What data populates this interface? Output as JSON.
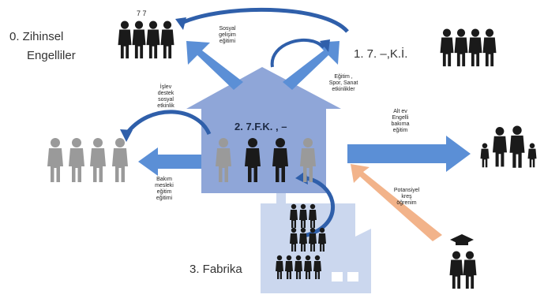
{
  "nodes": {
    "house_label": "2. 7.F.K. , –",
    "top_right_label": "1.  7. –,K.İ.",
    "top_left_label_line1": "0. Zihinsel",
    "top_left_label_line2": "Engelliler",
    "factory_label": "3. Fabrika",
    "top_left_group_mark": "7 7"
  },
  "arrow_texts": {
    "top_center": [
      "Sosyal",
      "gelişim",
      "eğitimi"
    ],
    "right_upper": [
      "Eğitim ,",
      "Spor, Sanat",
      "etkinlikler"
    ],
    "left_upper": [
      "İşlev",
      "destek",
      "sosyal",
      "etkinlik"
    ],
    "left_lower": [
      "Bakım",
      "mesleki",
      "eğitim",
      "eğitimi"
    ],
    "right_middle": [
      "Alt ev",
      "Engelli",
      "bakıma",
      "eğitim"
    ],
    "bottom_right": [
      "Potansiyel",
      "kreş",
      "öğrenim"
    ]
  },
  "colors": {
    "house": "#8fa6d8",
    "house_dark": "#7d95cc",
    "blue_arrow": "#5b8fd6",
    "dark_arrow": "#2f5faa",
    "orange_arrow": "#f2b38a",
    "factory": "#cbd7ee",
    "person_dark": "#1a1a1a",
    "person_light": "#9a9a9a"
  }
}
